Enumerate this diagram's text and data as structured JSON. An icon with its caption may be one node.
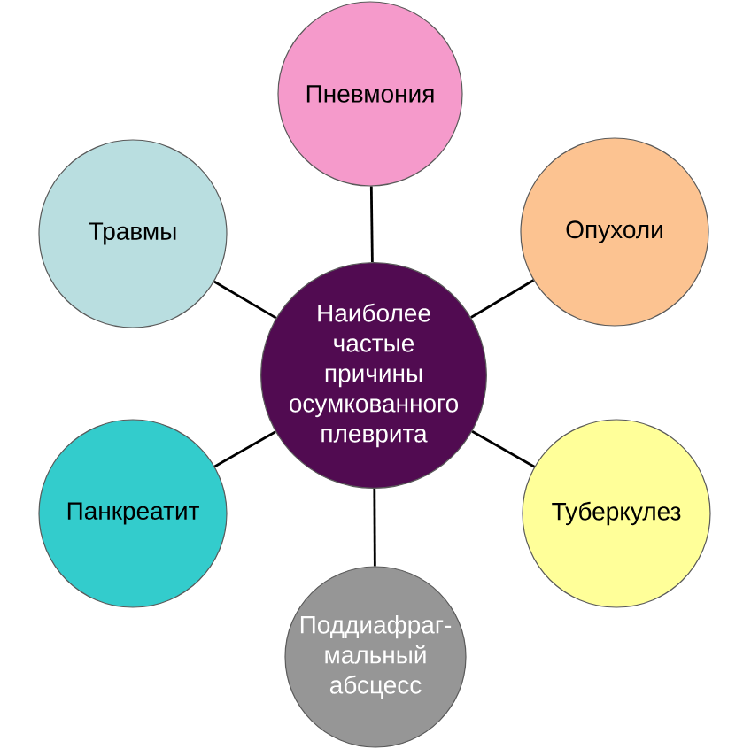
{
  "diagram": {
    "nodes": [
      {
        "text": [
          "Наиболее частые причины осумкованного плеврита"
        ]
      },
      {
        "text": [
          "Пневмония"
        ]
      },
      {
        "text": [
          "Опухоли"
        ]
      },
      {
        "text": [
          "Туберкулез"
        ]
      },
      {
        "text": [
          "Поддиафраг- мальный абсцесс"
        ]
      },
      {
        "text": [
          "Панкреатит"
        ]
      },
      {
        "text": [
          "Травмы"
        ]
      }
    ],
    "edges": [
      {
        "from": 0,
        "to": 1,
        "arrow": "none"
      },
      {
        "from": 0,
        "to": 2,
        "arrow": "none"
      },
      {
        "from": 0,
        "to": 3,
        "arrow": "none"
      },
      {
        "from": 0,
        "to": 4,
        "arrow": "none"
      },
      {
        "from": 0,
        "to": 5,
        "arrow": "none"
      },
      {
        "from": 0,
        "to": 6,
        "arrow": "none"
      }
    ]
  }
}
